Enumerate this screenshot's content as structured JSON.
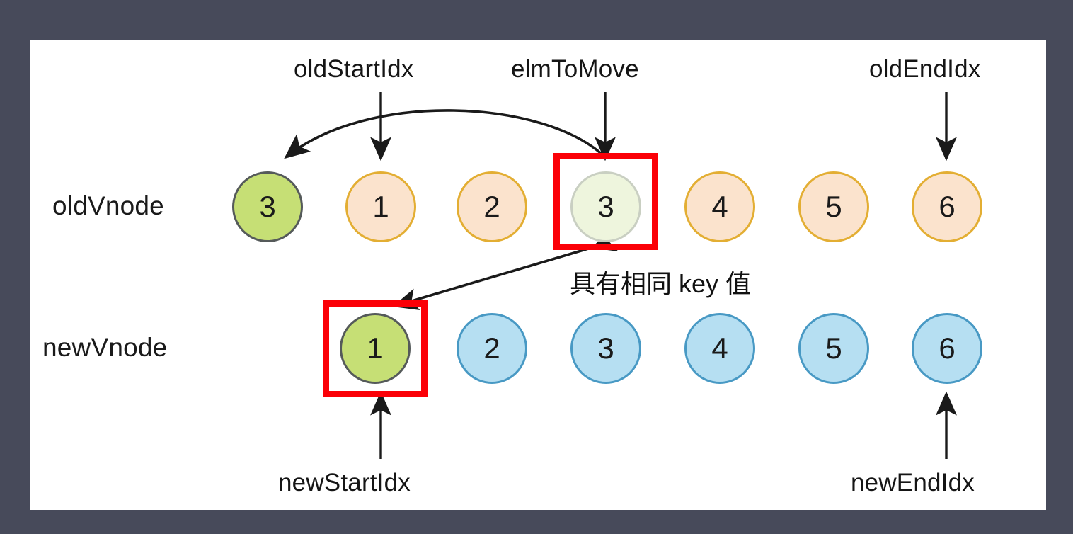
{
  "theme": {
    "page_background": "#474a5a",
    "card_background": "#ffffff",
    "highlight_color": "#fb0007",
    "old_node_fill": "#fbe3cd",
    "old_node_stroke": "#e3ae33",
    "new_node_fill": "#b6dff2",
    "new_node_stroke": "#4899c4",
    "moved_node_fill": "#c6df75",
    "moved_node_stroke": "#555a5a",
    "matched_node_fill": "#eef5dd",
    "matched_node_stroke": "#c9cfc2",
    "arrow_color": "#1a1a1a"
  },
  "diagram": {
    "pointers_top": [
      {
        "id": "oldStartIdx",
        "label": "oldStartIdx"
      },
      {
        "id": "elmToMove",
        "label": "elmToMove"
      },
      {
        "id": "oldEndIdx",
        "label": "oldEndIdx"
      }
    ],
    "pointers_bottom": [
      {
        "id": "newStartIdx",
        "label": "newStartIdx"
      },
      {
        "id": "newEndIdx",
        "label": "newEndIdx"
      }
    ],
    "rows": [
      {
        "id": "oldVnode",
        "label": "oldVnode",
        "nodes": [
          {
            "value": "3",
            "style": "green-solid",
            "highlighted": false
          },
          {
            "value": "1",
            "style": "old",
            "highlighted": false
          },
          {
            "value": "2",
            "style": "old",
            "highlighted": false
          },
          {
            "value": "3",
            "style": "green-pale",
            "highlighted": true
          },
          {
            "value": "4",
            "style": "old",
            "highlighted": false
          },
          {
            "value": "5",
            "style": "old",
            "highlighted": false
          },
          {
            "value": "6",
            "style": "old",
            "highlighted": false
          }
        ]
      },
      {
        "id": "newVnode",
        "label": "newVnode",
        "nodes": [
          {
            "value": "1",
            "style": "green-solid",
            "highlighted": true
          },
          {
            "value": "2",
            "style": "new",
            "highlighted": false
          },
          {
            "value": "3",
            "style": "new",
            "highlighted": false
          },
          {
            "value": "4",
            "style": "new",
            "highlighted": false
          },
          {
            "value": "5",
            "style": "new",
            "highlighted": false
          },
          {
            "value": "6",
            "style": "new",
            "highlighted": false
          }
        ]
      }
    ],
    "annotation": "具有相同 key 值"
  }
}
